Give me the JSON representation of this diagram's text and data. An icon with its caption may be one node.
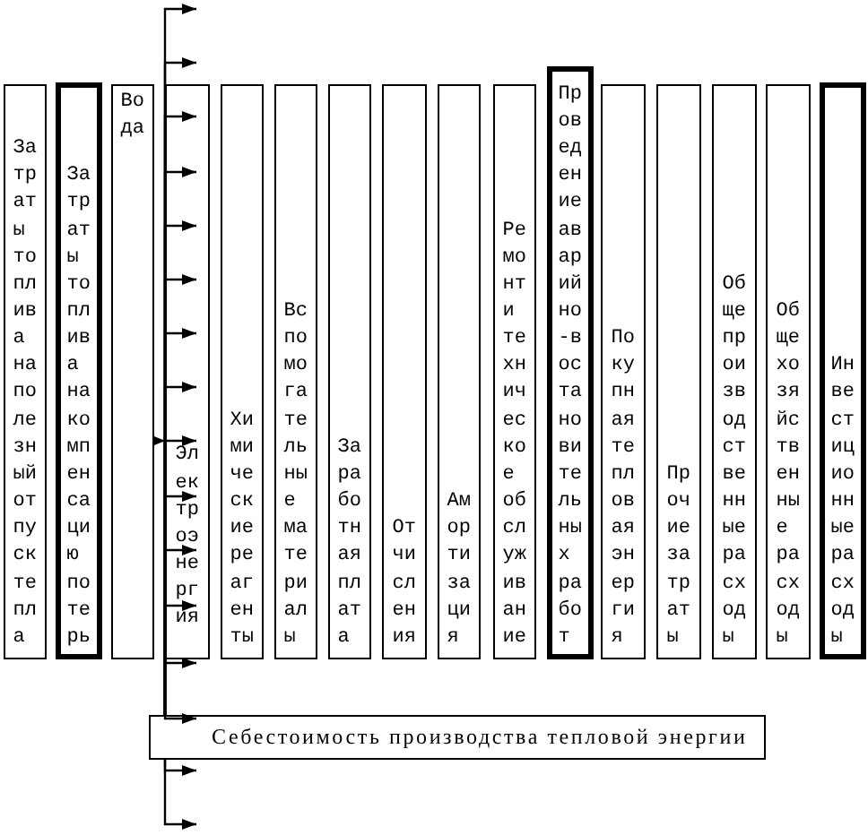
{
  "diagram": {
    "nodes": [
      {
        "text": [
          "Затраты топлива на полезный отпуск тепла"
        ]
      },
      {
        "text": [
          "Затраты топлива на компенсацию потерь"
        ]
      },
      {
        "text": [
          "Вода"
        ]
      },
      {
        "text": [
          "Электроэнергия"
        ]
      },
      {
        "text": [
          "Химические реагенты"
        ]
      },
      {
        "text": [
          "Вспомогательные материалы"
        ]
      },
      {
        "text": [
          "Заработная плата"
        ]
      },
      {
        "text": [
          "Отчисления"
        ]
      },
      {
        "text": [
          "Амортизация"
        ]
      },
      {
        "text": [
          "Ремонт и техническое обслуживание"
        ]
      },
      {
        "text": [
          "Проведение аварийно-востановительных работ"
        ]
      },
      {
        "text": [
          "Покупная тепловая энергия"
        ]
      },
      {
        "text": [
          "Прочие затраты"
        ]
      },
      {
        "text": [
          "Общепроизводственные расходы"
        ]
      },
      {
        "text": [
          "Общехозяйственные расходы"
        ]
      },
      {
        "text": [
          "Инвестиционные расходы"
        ]
      },
      {
        "text": [
          "Себестоимость производства тепловой энергии"
        ]
      }
    ],
    "edges": [
      {
        "from": 16,
        "to": null,
        "arrow": "to"
      },
      {
        "from": 16,
        "to": 3,
        "arrow": "to"
      },
      {
        "from": 16,
        "to": 3,
        "arrow": "to"
      },
      {
        "from": 16,
        "to": 3,
        "arrow": "to"
      },
      {
        "from": 16,
        "to": 3,
        "arrow": "to"
      },
      {
        "from": 16,
        "to": 3,
        "arrow": "to"
      },
      {
        "from": 16,
        "to": 3,
        "arrow": "to"
      },
      {
        "from": 16,
        "to": 3,
        "arrow": "to"
      },
      {
        "from": 16,
        "to": 3,
        "arrow": "to"
      },
      {
        "from": 16,
        "to": 3,
        "arrow": "to"
      },
      {
        "from": 16,
        "to": 3,
        "arrow": "to"
      },
      {
        "from": 16,
        "to": 3,
        "arrow": "to"
      },
      {
        "from": 16,
        "to": 3,
        "arrow": "to"
      },
      {
        "from": 16,
        "to": 16,
        "arrow": "to"
      },
      {
        "from": 16,
        "to": 16,
        "arrow": "to"
      },
      {
        "from": 16,
        "to": null,
        "arrow": "to"
      },
      {
        "from": 2,
        "to": 3,
        "arrow": "to"
      }
    ]
  }
}
